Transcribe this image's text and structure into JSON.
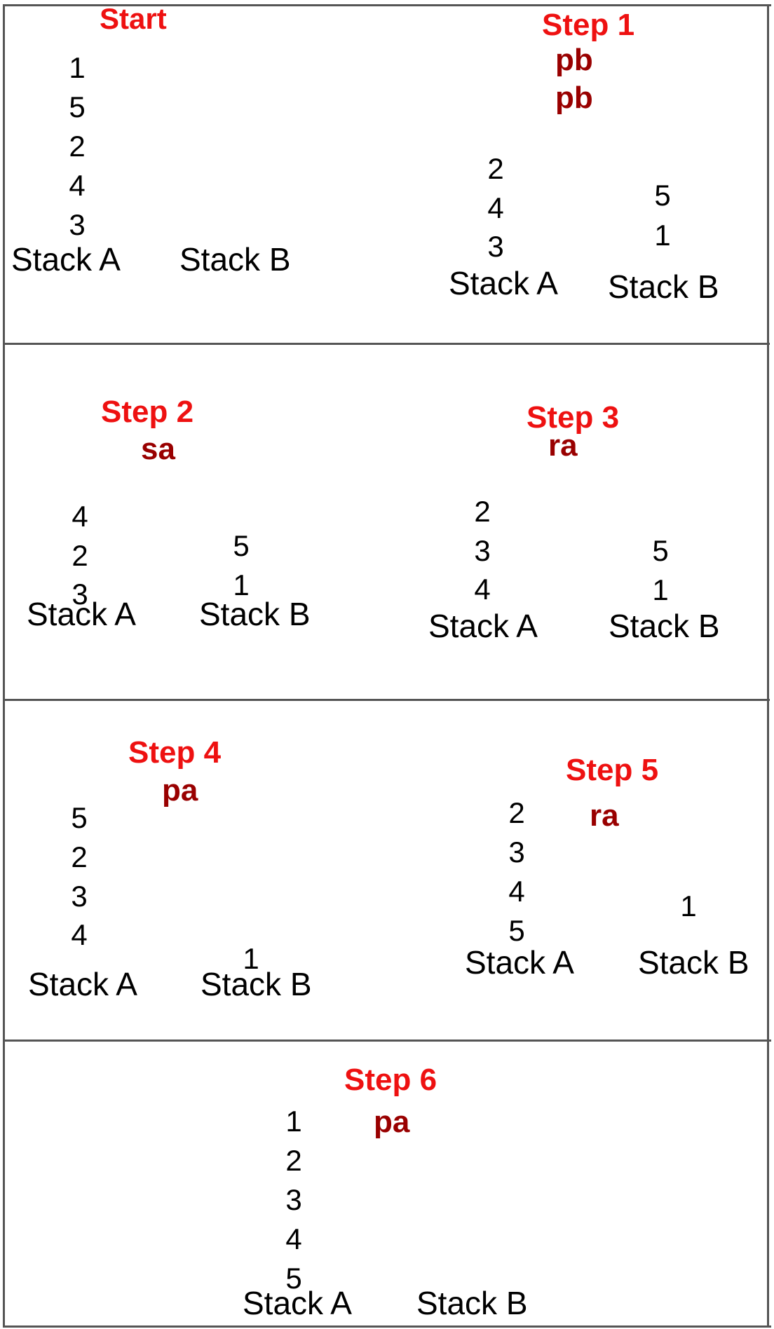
{
  "panels": [
    {
      "title": "Start",
      "operations": [],
      "stack_a": [
        "1",
        "5",
        "2",
        "4",
        "3"
      ],
      "stack_b": [],
      "stack_a_label": "Stack A",
      "stack_b_label": "Stack B"
    },
    {
      "title": "Step 1",
      "operations": [
        "pb",
        "pb"
      ],
      "stack_a": [
        "2",
        "4",
        "3"
      ],
      "stack_b": [
        "5",
        "1"
      ],
      "stack_a_label": "Stack A",
      "stack_b_label": "Stack B"
    },
    {
      "title": "Step 2",
      "operations": [
        "sa"
      ],
      "stack_a": [
        "4",
        "2",
        "3"
      ],
      "stack_b": [
        "5",
        "1"
      ],
      "stack_a_label": "Stack A",
      "stack_b_label": "Stack B"
    },
    {
      "title": "Step 3",
      "operations": [
        "ra"
      ],
      "stack_a": [
        "2",
        "3",
        "4"
      ],
      "stack_b": [
        "5",
        "1"
      ],
      "stack_a_label": "Stack A",
      "stack_b_label": "Stack B"
    },
    {
      "title": "Step 4",
      "operations": [
        "pa"
      ],
      "stack_a": [
        "5",
        "2",
        "3",
        "4"
      ],
      "stack_b": [
        "1"
      ],
      "stack_a_label": "Stack A",
      "stack_b_label": "Stack B"
    },
    {
      "title": "Step 5",
      "operations": [
        "ra"
      ],
      "stack_a": [
        "2",
        "3",
        "4",
        "5"
      ],
      "stack_b": [
        "1"
      ],
      "stack_a_label": "Stack A",
      "stack_b_label": "Stack B"
    },
    {
      "title": "Step 6",
      "operations": [
        "pa"
      ],
      "stack_a": [
        "1",
        "2",
        "3",
        "4",
        "5"
      ],
      "stack_b": [],
      "stack_a_label": "Stack A",
      "stack_b_label": "Stack B"
    }
  ],
  "colors": {
    "step_title": "#ee1111",
    "operation": "#990000",
    "text": "#000000",
    "border": "#555555"
  }
}
